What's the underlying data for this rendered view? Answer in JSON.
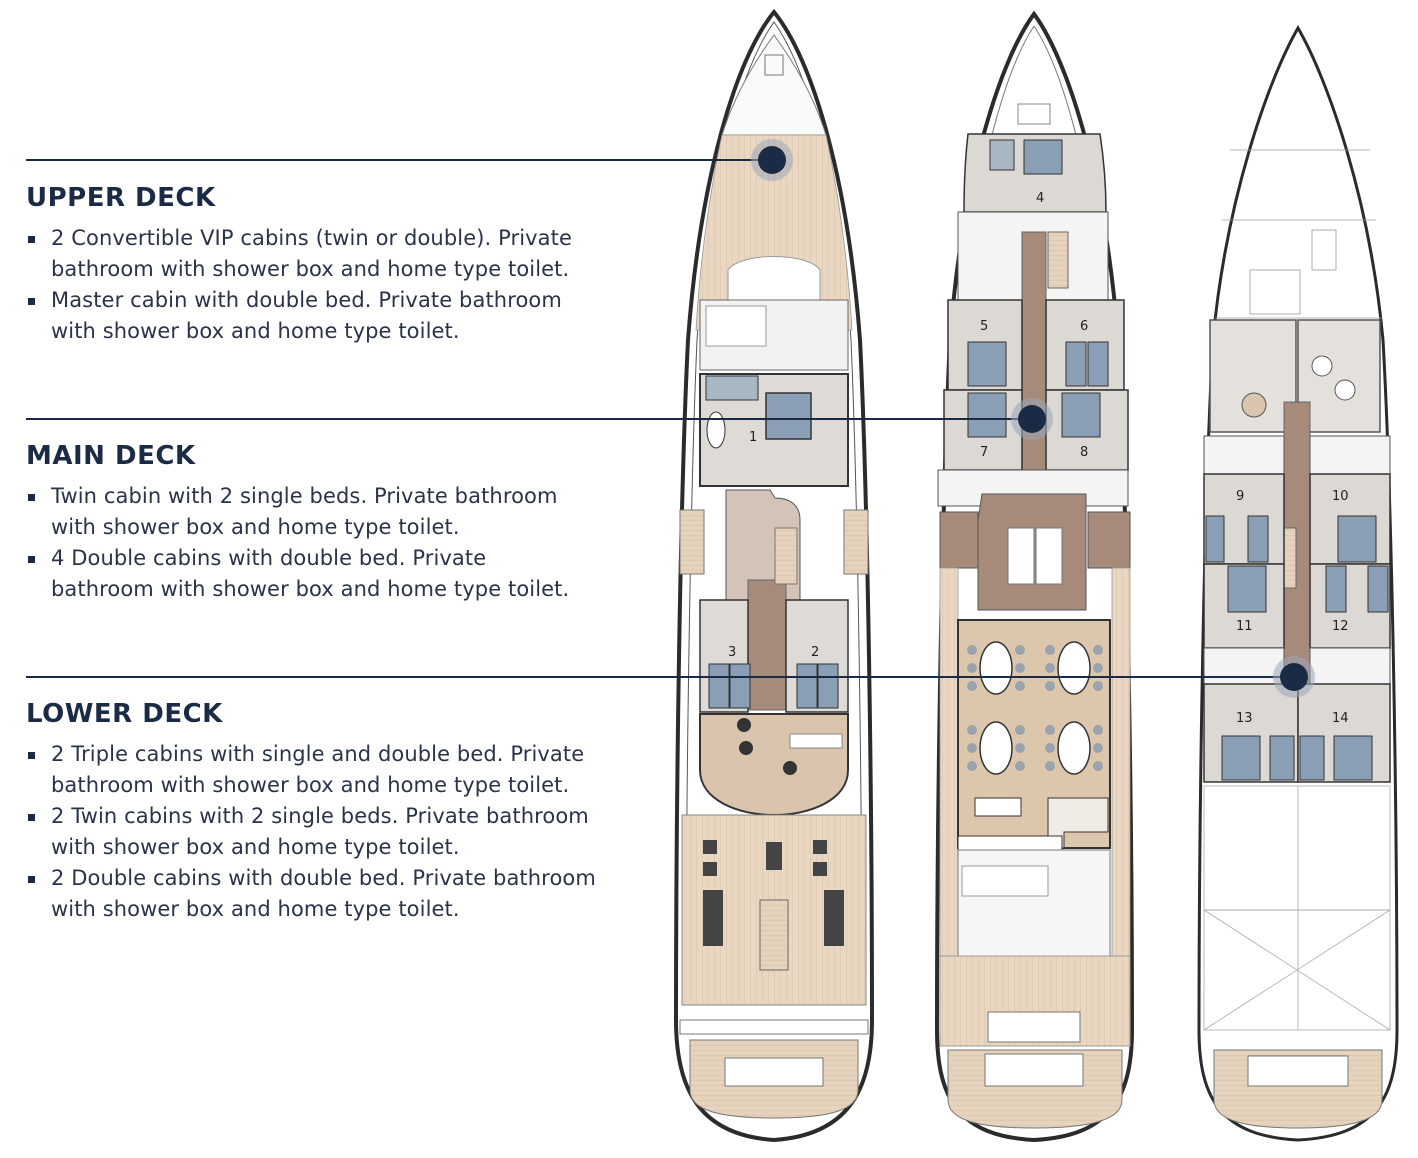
{
  "decks": [
    {
      "title": "UPPER DECK",
      "items": [
        "2 Convertible VIP cabins (twin or double). Private bathroom with shower box and home type toilet.",
        "Master cabin with double bed. Private bathroom with shower box and home type toilet."
      ]
    },
    {
      "title": "MAIN DECK",
      "items": [
        "Twin cabin with 2 single beds. Private bathroom with shower box and home type toilet.",
        "4 Double cabins with double bed. Private bathroom with shower box and home type toilet."
      ]
    },
    {
      "title": "LOWER DECK",
      "items": [
        "2 Triple cabins with single and double bed. Private bathroom with shower box and home type toilet.",
        "2 Twin cabins with 2 single beds. Private bathroom with shower box and home type toilet.",
        "2 Double cabins with double bed. Private bathroom with shower box and home type toilet."
      ]
    }
  ],
  "cabin_numbers": {
    "upper": [
      "1",
      "2",
      "3"
    ],
    "main": [
      "4",
      "5",
      "6",
      "7",
      "8"
    ],
    "lower": [
      "9",
      "10",
      "11",
      "12",
      "13",
      "14"
    ]
  },
  "colors": {
    "navy": "#1b2a45",
    "deck_wood": "#e8d5bf",
    "corridor": "#a68a7a",
    "bed": "#8a9fb5",
    "cabin_floor": "#d8d6d3",
    "hull_line": "#2b2b2b"
  }
}
